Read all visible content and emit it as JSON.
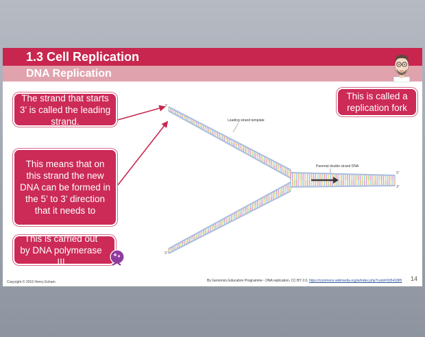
{
  "slide": {
    "title": "1.3 Cell Replication",
    "subtitle": "DNA Replication",
    "page_number": "14",
    "copyright": "Copyright © 2016 Henry Esham",
    "credit_prefix": "By Genomics Education Programme - DNA replication, CC BY 2.0, ",
    "credit_link": "https://commons.wikimedia.org/w/index.php?curid=50541885"
  },
  "callouts": {
    "leading_strand": "The strand that starts 3’ is called the leading strand.",
    "new_dna": "This means that on this strand the new DNA can be formed in the 5’ to 3’ direction that it needs to",
    "polymerase": "This is carried out by DNA polymerase III",
    "fork": "This is called a replication fork"
  },
  "diagram": {
    "leading_template_label": "Leading strand template",
    "parental_label": "Parental double strand DNA",
    "top_end": "3'",
    "bottom_end": "5'",
    "right_top_end": "5'",
    "right_bottom_end": "3'"
  },
  "colors": {
    "title_bar": "#c8264e",
    "subtitle_bar": "#e0a3ae",
    "callout": "#cc2a57",
    "arrow": "#c8264e",
    "backbone": "#a9bde0"
  }
}
